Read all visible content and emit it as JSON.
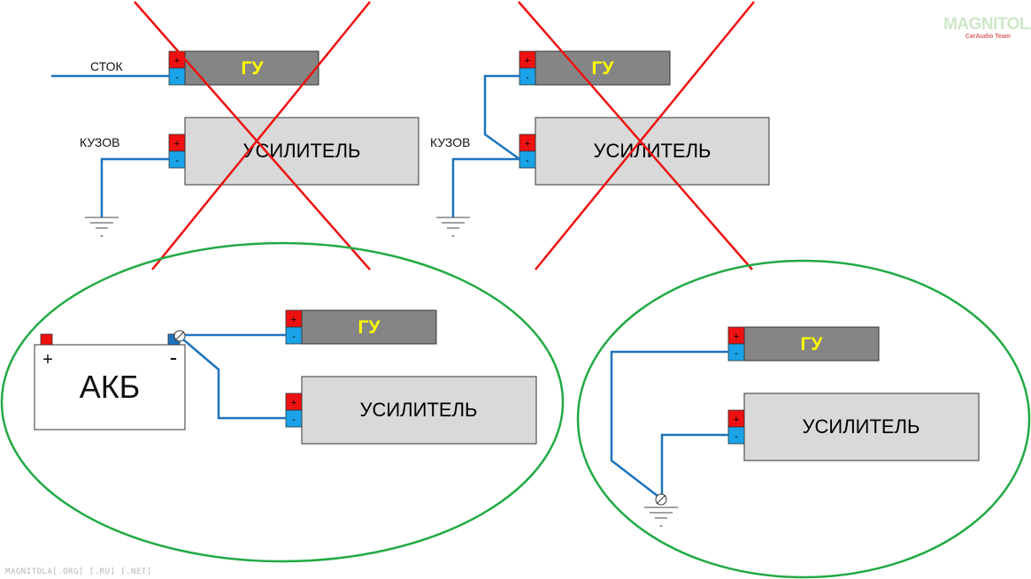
{
  "labels": {
    "stock": "СТОК",
    "body_ground": "КУЗОВ",
    "head_unit": "ГУ",
    "amplifier": "УСИЛИТЕЛЬ",
    "battery": "АКБ",
    "battery_plus": "+",
    "battery_minus": "-",
    "terminal_plus": "+",
    "terminal_minus": "-",
    "ground_minus": "-"
  },
  "logo": {
    "name": "MAGNITOLA",
    "subtitle": "CarAudio Team"
  },
  "footer": "MAGNITOLA[.ORG] [.RU] [.NET]",
  "colors": {
    "wire": "#1e73be",
    "cross": "#ee1111",
    "ellipse": "#22aa44",
    "plus_terminal": "#ee1111",
    "minus_terminal": "#1aa3e8",
    "head_unit_fill": "#858585",
    "amplifier_fill": "#d9d9d9"
  }
}
